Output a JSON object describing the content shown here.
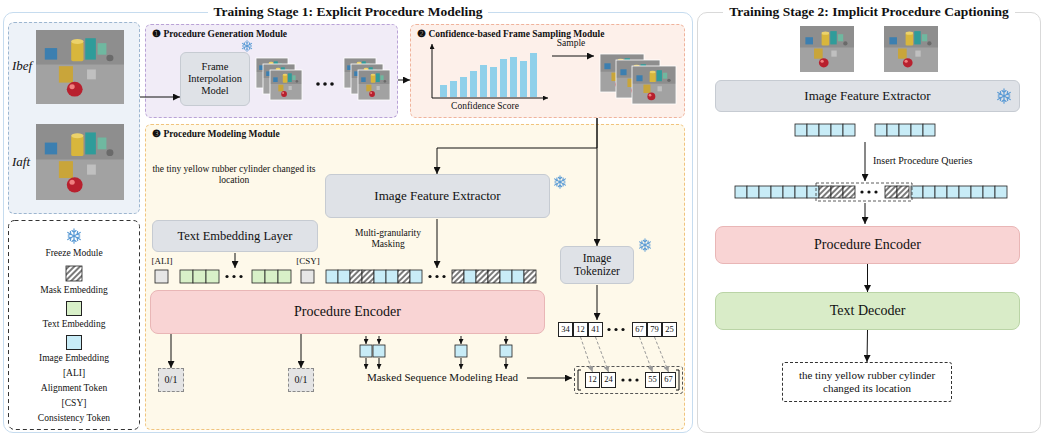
{
  "diagram": {
    "nodes": [
      {
        "text": [
          "Training Stage 1: Explicit Procedure Modeling"
        ]
      },
      {
        "text": [
          "Ibef",
          "Iaft"
        ],
        "in": 0
      },
      {
        "text": [
          "❶ Procedure Generation Module"
        ],
        "in": 0
      },
      {
        "text": [
          "Frame Interpolation Model"
        ],
        "in": 2
      },
      {
        "text": [
          "❷ Confidence-based Frame Sampling Module"
        ],
        "in": 0
      },
      {
        "text": [
          "❸ Procedure Modeling Module"
        ],
        "in": 0
      },
      {
        "text": [
          "Image Feature Extractor"
        ],
        "in": 5
      },
      {
        "text": [
          "Text Embedding Layer"
        ],
        "in": 5
      },
      {
        "text": [
          "Image Tokenizer"
        ],
        "in": 5
      },
      {
        "text": [
          "Procedure Encoder"
        ],
        "in": 5
      },
      {
        "text": [
          "0/1"
        ],
        "in": 5
      },
      {
        "text": [
          "0/1"
        ],
        "in": 5
      },
      {
        "text": [
          "34"
        ],
        "in": 5
      },
      {
        "text": [
          "12"
        ],
        "in": 5
      },
      {
        "text": [
          "41"
        ],
        "in": 5
      },
      {
        "text": [
          "67"
        ],
        "in": 5
      },
      {
        "text": [
          "79"
        ],
        "in": 5
      },
      {
        "text": [
          "25"
        ],
        "in": 5
      },
      {
        "text": [
          "12"
        ],
        "in": 5
      },
      {
        "text": [
          "24"
        ],
        "in": 5
      },
      {
        "text": [
          "55"
        ],
        "in": 5
      },
      {
        "text": [
          "67"
        ],
        "in": 5
      },
      {
        "text": [
          "Training Stage 2: Implicit Procedure Captioning"
        ]
      },
      {
        "text": [
          "Image Feature Extractor"
        ],
        "in": 22
      },
      {
        "text": [
          "Procedure Encoder"
        ],
        "in": 22
      },
      {
        "text": [
          "Text Decoder"
        ],
        "in": 22
      },
      {
        "text": [
          "the tiny yellow rubber cylinder changed its location"
        ],
        "in": 22
      }
    ],
    "edges": [
      {
        "from": 1,
        "to": 3,
        "arrow": "to"
      },
      {
        "from": 2,
        "to": 4,
        "arrow": "to"
      },
      {
        "from": 4,
        "to": 6,
        "arrow": "to"
      },
      {
        "from": 4,
        "to": 8,
        "arrow": "to"
      },
      {
        "from": 9,
        "to": 10,
        "arrow": "to"
      },
      {
        "from": 9,
        "to": 11,
        "arrow": "to"
      },
      {
        "from": 13,
        "to": 18,
        "arrow": "to"
      },
      {
        "from": 14,
        "to": 19,
        "arrow": "to"
      },
      {
        "from": 15,
        "to": 20,
        "arrow": "to"
      },
      {
        "from": 16,
        "to": 21,
        "arrow": "to"
      },
      {
        "from": 24,
        "to": 25,
        "arrow": "to"
      },
      {
        "from": 25,
        "to": 26,
        "arrow": "to"
      }
    ],
    "labels": [
      "Confidence Score",
      "Sample",
      "the tiny yellow rubber cylinder changed its location",
      "Multi-granularity Masking",
      "[ALI]",
      "[CSY]",
      "Masked Sequence Modeling Head",
      "[ALI]",
      "[CSY]",
      "Insert Procedure Queries"
    ],
    "legend": [
      {
        "text": "Freeze Module"
      },
      {
        "text": "Mask Embedding"
      },
      {
        "text": "Text Embedding",
        "color": "#d8f0c8"
      },
      {
        "text": "Image Embedding",
        "color": "#c8ecf7"
      },
      {
        "text": "Alignment Token"
      },
      {
        "text": "Consistency Token"
      }
    ]
  }
}
